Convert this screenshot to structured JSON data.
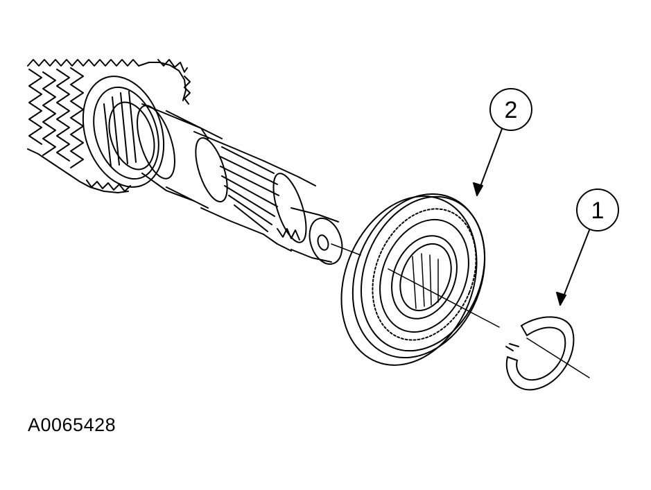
{
  "figure": {
    "id_code": "A0065428",
    "callouts": [
      {
        "label": "1",
        "part": "snap-ring"
      },
      {
        "label": "2",
        "part": "bearing"
      }
    ]
  },
  "colors": {
    "line": "#000000",
    "background": "#ffffff"
  }
}
